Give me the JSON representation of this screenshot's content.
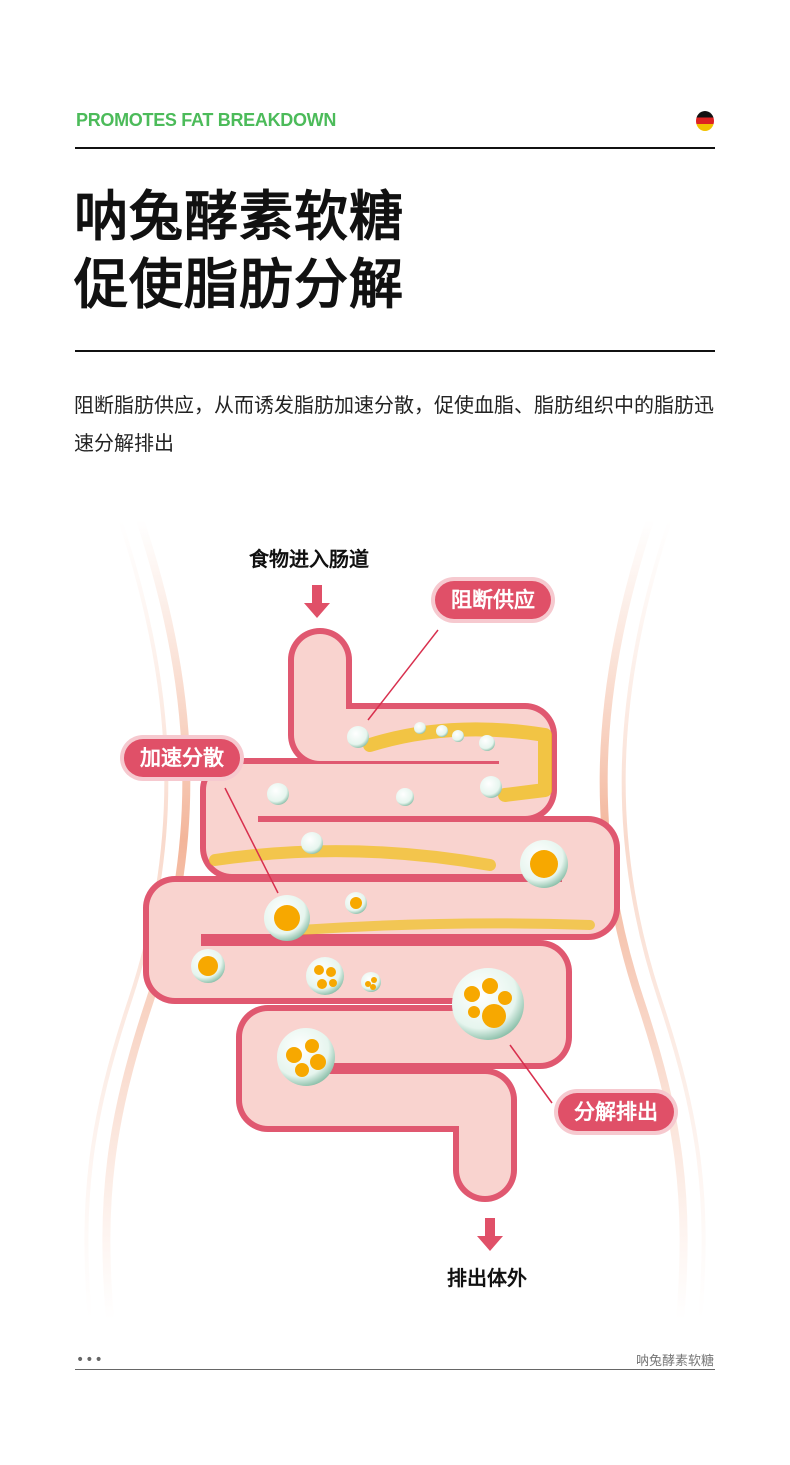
{
  "header": {
    "tag": "PROMOTES FAT BREAKDOWN",
    "flag_icon": "germany-flag-icon"
  },
  "title": {
    "line1": "呐兔酵素软糖",
    "line2": "促使脂肪分解"
  },
  "description": "阻断脂肪供应，从而诱发脂肪加速分散，促使血脂、脂肪组织中的脂肪迅速分解排出",
  "diagram": {
    "top_label": "食物进入肠道",
    "bottom_label": "排出体外",
    "callouts": [
      "阻断供应",
      "加速分散",
      "分解排出"
    ]
  },
  "footer": {
    "dots": "•••",
    "product": "呐兔酵素软糖"
  },
  "colors": {
    "accent": "#4cbb5a",
    "intestine": "#e05870",
    "pill": "#e05068",
    "fat": "#f0c020"
  }
}
